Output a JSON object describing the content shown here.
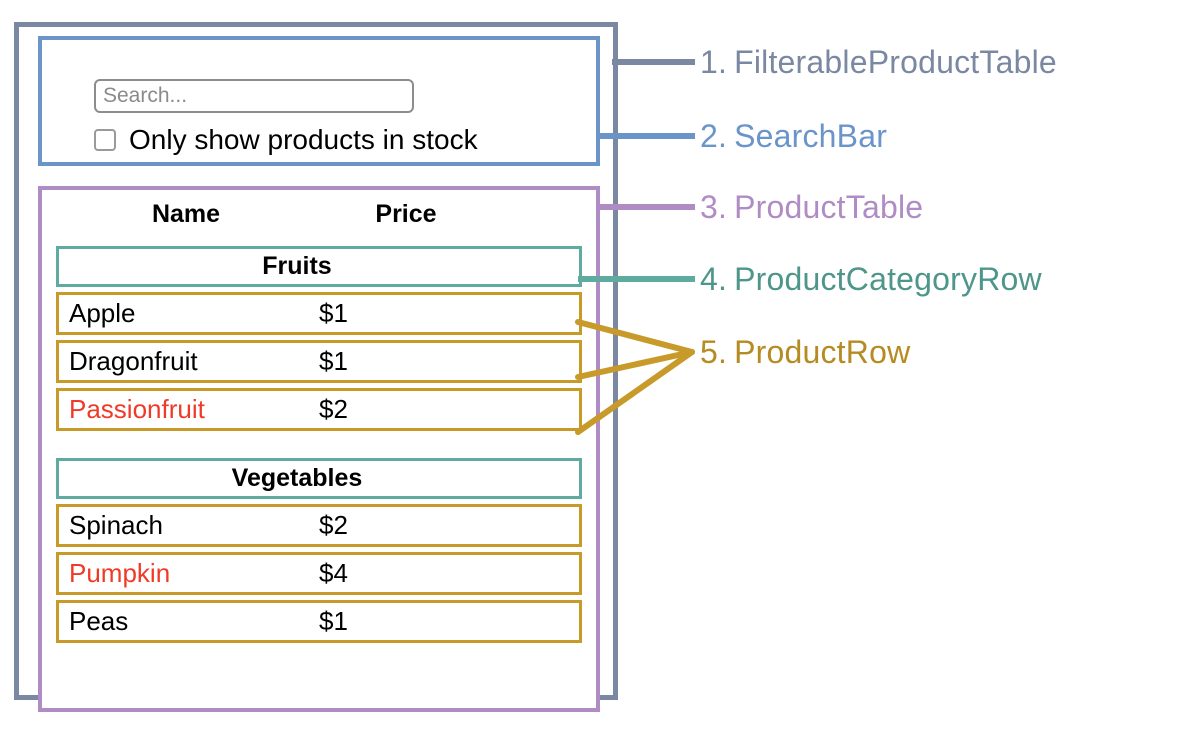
{
  "diagram": {
    "title": "React component breakdown diagram",
    "colors": {
      "filterable_product_table": "#7b88a1",
      "search_bar": "#6b94c9",
      "product_table": "#b08cc4",
      "product_category_row": "#60ab9f",
      "product_row": "#c79a2a",
      "out_of_stock_text": "#f03a28",
      "text": "#000000",
      "placeholder": "#8a8a8a"
    }
  },
  "search_bar": {
    "input_value": "",
    "input_placeholder": "Search...",
    "checkbox_label": "Only show products in stock",
    "checkbox_checked": false
  },
  "product_table": {
    "headers": {
      "name": "Name",
      "price": "Price"
    },
    "groups": [
      {
        "category": "Fruits",
        "products": [
          {
            "name": "Apple",
            "price": "$1",
            "stocked": true
          },
          {
            "name": "Dragonfruit",
            "price": "$1",
            "stocked": true
          },
          {
            "name": "Passionfruit",
            "price": "$2",
            "stocked": false
          }
        ]
      },
      {
        "category": "Vegetables",
        "products": [
          {
            "name": "Spinach",
            "price": "$2",
            "stocked": true
          },
          {
            "name": "Pumpkin",
            "price": "$4",
            "stocked": false
          },
          {
            "name": "Peas",
            "price": "$1",
            "stocked": true
          }
        ]
      }
    ]
  },
  "legend": [
    {
      "num": "1.",
      "label": "FilterableProductTable",
      "color": "#7b88a1"
    },
    {
      "num": "2.",
      "label": "SearchBar",
      "color": "#6b94c9"
    },
    {
      "num": "3.",
      "label": "ProductTable",
      "color": "#b08cc4"
    },
    {
      "num": "4.",
      "label": "ProductCategoryRow",
      "color": "#60ab9f"
    },
    {
      "num": "5.",
      "label": "ProductRow",
      "color": "#c79a2a"
    }
  ]
}
